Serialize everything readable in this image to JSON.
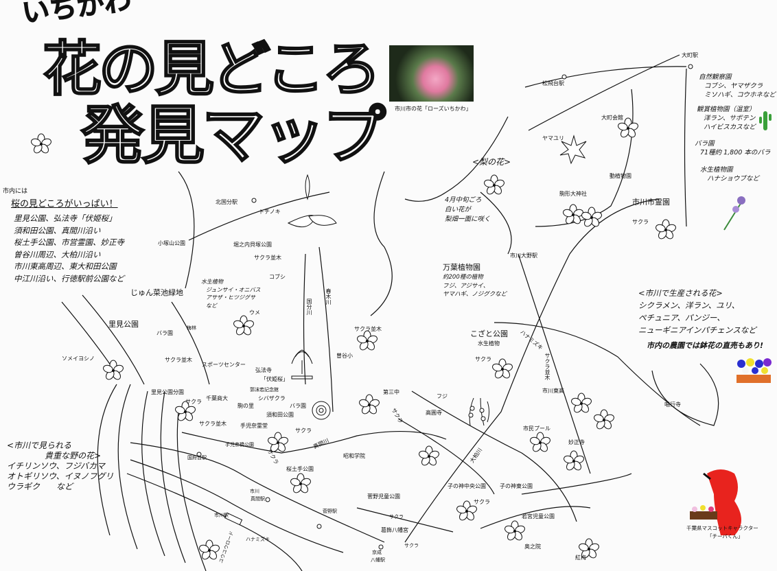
{
  "title": {
    "small": "いちかわ",
    "line1": "花の見どころ",
    "line2": "発見マップ"
  },
  "rose_photo": {
    "caption": "市川市の花「ローズいちかわ」"
  },
  "sakura_spots": {
    "intro": "市内には",
    "heading": "桜の見どころがいっぱい！",
    "items": [
      "里見公園、弘法寺「伏姫桜」",
      "須和田公園、真間川沿い",
      "桜土手公園、市営霊園、妙正寺",
      "曽谷川周辺、大柏川沿い",
      "市川東高周辺、東大和田公園",
      "中江川沿い、行徳駅前公園など"
    ]
  },
  "wild_flowers": {
    "heading1": "<市川で見られる",
    "heading2": "貴重な野の花>",
    "lines": [
      "イチリンソウ、フジバカマ",
      "オトギリソウ、イヌノフグリ",
      "ウラギク　　など"
    ]
  },
  "produced_flowers": {
    "heading": "<市川で生産される花>",
    "lines": [
      "シクラメン、洋ラン、ユリ、",
      "ペチュニア、パンジー、",
      "ニューギニアインパチェンスなど"
    ],
    "note": "市内の農園では鉢花の直売もあり!"
  },
  "pear": {
    "heading": "<梨の花>",
    "lines": [
      "4月中旬ごろ",
      "白い花が",
      "梨畑一面に咲く"
    ]
  },
  "zoo_notes": {
    "nature": {
      "title": "自然観察園",
      "lines": [
        "コブシ、ヤマザクラ",
        "ミソハギ、コウホネなど"
      ]
    },
    "greenhouse": {
      "title": "観賞植物園（温室）",
      "lines": [
        "洋ラン、サボテン",
        "ハイビスカスなど"
      ]
    },
    "rose": {
      "title": "バラ園",
      "lines": [
        "71種約 1,800 本のバラ"
      ]
    },
    "aquatic": {
      "title": "水生植物園",
      "lines": [
        "ハナショウブなど"
      ]
    }
  },
  "manyo": {
    "title": "万葉植物園",
    "lines": [
      "約200種の植物",
      "フジ、アジサイ、",
      "ヤマハギ、ノジグクなど"
    ]
  },
  "junsai": {
    "title": "じゅん菜池緑地",
    "sub": "水生植物",
    "lines": [
      "ジュンサイ・オニバス",
      "アサザ・ヒツジグサ",
      "など"
    ]
  },
  "mascot": {
    "line1": "千葉県マスコットキャラクター",
    "line2": "「チーバくん」"
  },
  "places": {
    "omachi_st": "大町駅",
    "matsuhidai_st": "松飛台駅",
    "omachi_hall": "大町会館",
    "yamayuri": "ヤマユリ",
    "zoo": "動植物園",
    "komagata": "駒形大神社",
    "reien": "市川市霊園",
    "reien_sakura": "サクラ",
    "ono_st": "市川大野駅",
    "kozato": "こざと公園",
    "kozato_aquatic": "水生植物",
    "kozato_sakura": "サクラ",
    "hanamizuki1": "ハナミズキ",
    "sakura_namiki_e": "サクラ並木",
    "higashi_high": "市川東高",
    "shogyoji": "唱行寺",
    "pool": "市民プール",
    "myoshoji": "妙正寺",
    "nenokami_central": "子の神中央公園",
    "nenokami_sakura": "サクラ",
    "nenokami_east": "子の神東公園",
    "wakamiya": "若宮児童公園",
    "okunoin": "奥之院",
    "kobai": "紅梅",
    "daisanchu": "第三中",
    "daisanchu_sakura": "サクラ",
    "fuji": "フジ",
    "koenji": "高圓寺",
    "okashiwa": "大柏川",
    "kitakokubun_st": "北国分駅",
    "tochinoki": "トチノキ",
    "horinouchi": "堀之内貝塚公園",
    "sakura_namiki_n": "サクラ並木",
    "kozukayama": "小塚山公園",
    "kobushi": "コブシ",
    "ume": "ウメ",
    "kokubun_river": "国分川",
    "haruki_river": "春木川",
    "sakura_namiki_c": "サクラ並木",
    "soya_school": "曽谷小",
    "sports": "スポーツセンター",
    "guhoji": "弘法寺",
    "fusehime": "「伏姫桜」",
    "shodai": "千葉商大",
    "kakumatsujaku": "郭沫若記念館",
    "shibazakura": "シバザクラ",
    "sugata_rose": "バラ園",
    "koma_sato": "駒の里",
    "sugata": "須和田公園",
    "tekona_reido": "手児奈霊堂",
    "tekona_sakura": "サクラ",
    "tekona_bashi": "手児奈橋公園",
    "mama_river": "真間川",
    "mama_sakura": "サクラ",
    "showa": "昭和学院",
    "sakuradote": "桜土手公園",
    "satomi": "里見公園",
    "satomi_rose": "バラ園",
    "bairin": "梅林",
    "satomi_namiki": "サクラ並木",
    "someiyoshino": "ソメイヨシノ",
    "satomi_annex": "里見公園分園",
    "annex_sakura": "サクラ",
    "annex_namiki": "サクラ並木",
    "konodai_st": "国府台駅",
    "mama_st1": "市川",
    "mama_st2": "真間駅",
    "sugano_st": "菅野駅",
    "ichikawa_st": "市川駅",
    "hanamizuki2": "ハナミズキ",
    "yuyu_road": "ユウユウロード",
    "sugano_park": "菅野児童公園",
    "sugano_sakura": "サクラ",
    "hachimangu": "葛飾八幡宮",
    "hachimangu_sakura": "サクラ",
    "yawata_st1": "京成",
    "yawata_st2": "八幡駅"
  },
  "colors": {
    "ink": "#111111",
    "rose": "#e07aa0",
    "mascot": "#e8231e",
    "pansy_blue": "#2a2fd0",
    "pot": "#e0702a"
  }
}
